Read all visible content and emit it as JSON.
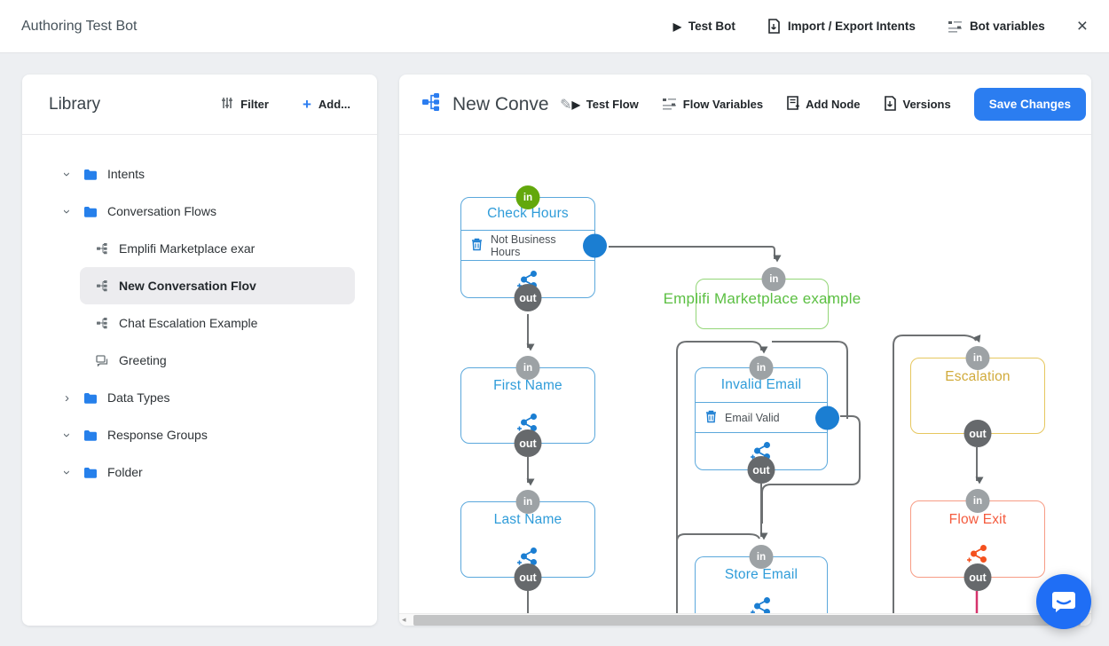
{
  "topbar": {
    "title": "Authoring Test Bot",
    "test_bot_label": "Test Bot",
    "import_export_label": "Import / Export Intents",
    "bot_variables_label": "Bot variables"
  },
  "library": {
    "title": "Library",
    "filter_label": "Filter",
    "add_label": "Add...",
    "tree": [
      {
        "label": "Intents",
        "type": "folder",
        "chevron": "down"
      },
      {
        "label": "Conversation Flows",
        "type": "folder",
        "chevron": "down"
      },
      {
        "label": "Emplifi Marketplace exar",
        "type": "flow"
      },
      {
        "label": "New Conversation Flov",
        "type": "flow",
        "selected": true
      },
      {
        "label": "Chat Escalation Example",
        "type": "flow"
      },
      {
        "label": "Greeting",
        "type": "response"
      },
      {
        "label": "Data Types",
        "type": "folder",
        "chevron": "right"
      },
      {
        "label": "Response Groups",
        "type": "folder",
        "chevron": "down"
      },
      {
        "label": "Folder",
        "type": "folder",
        "chevron": "down"
      }
    ]
  },
  "flow_header": {
    "title_display": "New Conversa",
    "test_flow_label": "Test Flow",
    "flow_variables_label": "Flow Variables",
    "add_node_label": "Add Node",
    "versions_label": "Versions",
    "save_label": "Save Changes"
  },
  "canvas": {
    "badge_in": "in",
    "badge_out": "out",
    "nodes": {
      "check_hours": {
        "title": "Check Hours",
        "row": "Not Business Hours"
      },
      "first_name": {
        "title": "First Name"
      },
      "last_name": {
        "title": "Last Name"
      },
      "emplifi": {
        "title": "Emplifi Marketplace example"
      },
      "invalid_email": {
        "title": "Invalid Email",
        "row": "Email Valid"
      },
      "store_email": {
        "title": "Store Email"
      },
      "escalation": {
        "title": "Escalation"
      },
      "flow_exit": {
        "title": "Flow Exit"
      }
    }
  },
  "icons": {
    "play": "▶",
    "close": "×",
    "plus": "+",
    "chevron": "›",
    "pencil": "✎",
    "scroll_left": "◂"
  },
  "colors": {
    "node_blue_border": "#5ba8dc",
    "node_blue_text": "#2f9cd9",
    "node_green_border": "#93d677",
    "node_green_text": "#5bbf42",
    "node_yellow_border": "#e6c75f",
    "node_yellow_text": "#d1ab3b",
    "node_salmon_border": "#f79c85",
    "node_salmon_text": "#f45a3d",
    "in_badge_green": "#63a80c",
    "in_badge_gray": "#9da2a5",
    "out_badge_gray": "#66696c",
    "port_blue": "#1b7ed2",
    "connector_gray": "#6e7173",
    "exit_line_pink": "#d6336c",
    "save_button_blue": "#2b7df0",
    "folder_blue": "#2680eb",
    "intercom_blue": "#1f6ef5"
  }
}
